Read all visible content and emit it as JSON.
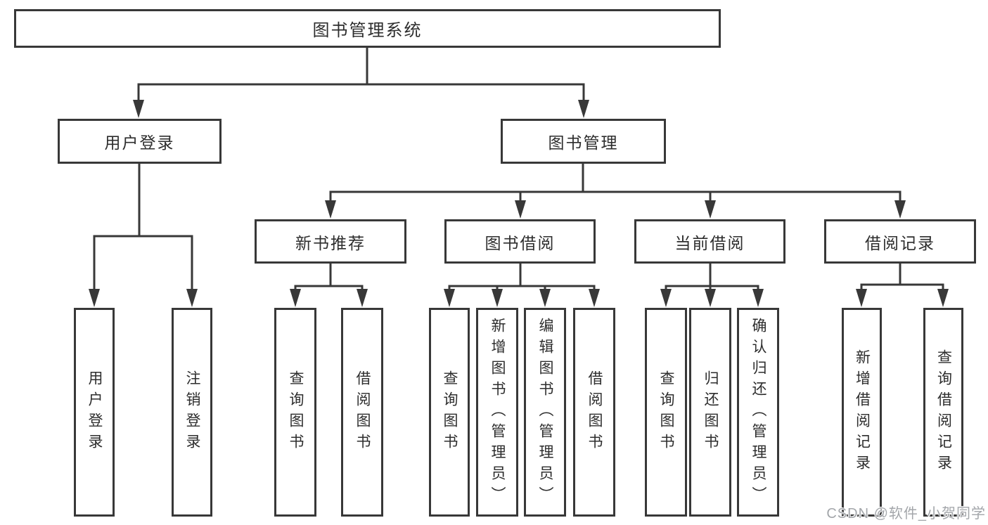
{
  "diagram": {
    "root": {
      "label": "图书管理系统"
    },
    "level2": [
      {
        "label": "用户登录"
      },
      {
        "label": "图书管理"
      }
    ],
    "level3": [
      {
        "label": "新书推荐"
      },
      {
        "label": "图书借阅"
      },
      {
        "label": "当前借阅"
      },
      {
        "label": "借阅记录"
      }
    ],
    "leaves": {
      "user_login": [
        {
          "label": "用户登录"
        },
        {
          "label": "注销登录"
        }
      ],
      "new_books": [
        {
          "label": "查询图书"
        },
        {
          "label": "借阅图书"
        }
      ],
      "book_borrow": [
        {
          "label": "查询图书"
        },
        {
          "label": "新增图书（管理员）"
        },
        {
          "label": "编辑图书（管理员）"
        },
        {
          "label": "借阅图书"
        }
      ],
      "current_borrow": [
        {
          "label": "查询图书"
        },
        {
          "label": "归还图书"
        },
        {
          "label": "确认归还（管理员）"
        }
      ],
      "borrow_records": [
        {
          "label": "新增借阅记录"
        },
        {
          "label": "查询借阅记录"
        }
      ]
    }
  },
  "watermark": {
    "text": "CSDN @软件_小贺同学"
  },
  "colors": {
    "line": "#383838",
    "box_border": "#383838",
    "text": "#2d2d2d",
    "background": "#ffffff",
    "watermark": "#a3a6aa"
  }
}
